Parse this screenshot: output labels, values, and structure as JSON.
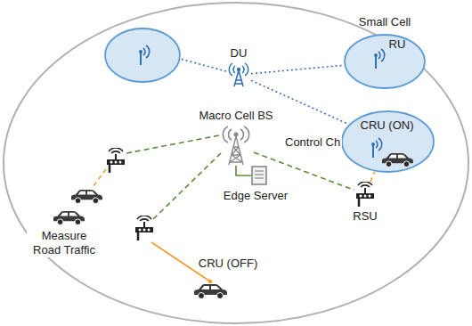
{
  "diagram": {
    "nodes": [
      {
        "text": [
          "Small Cell",
          "RU"
        ]
      },
      {
        "text": [
          "CRU (ON)"
        ]
      },
      {
        "text": [
          "DU"
        ]
      },
      {
        "text": [
          "Macro Cell BS"
        ]
      },
      {
        "text": [
          "Edge Server"
        ]
      },
      {
        "text": [
          "RSU"
        ]
      },
      {
        "text": [
          "CRU (OFF)"
        ]
      }
    ],
    "edges": [
      {
        "from": 2,
        "to": 0,
        "arrow": "none"
      },
      {
        "from": 2,
        "to": 1,
        "arrow": "none"
      },
      {
        "from": 3,
        "to": 5,
        "label": "Control Ch",
        "arrow": "none"
      },
      {
        "from": 3,
        "to": 4,
        "arrow": "none"
      },
      {
        "from": 5,
        "to": 1,
        "arrow": "none"
      }
    ],
    "labels": [
      "Measure Road Traffic"
    ]
  }
}
